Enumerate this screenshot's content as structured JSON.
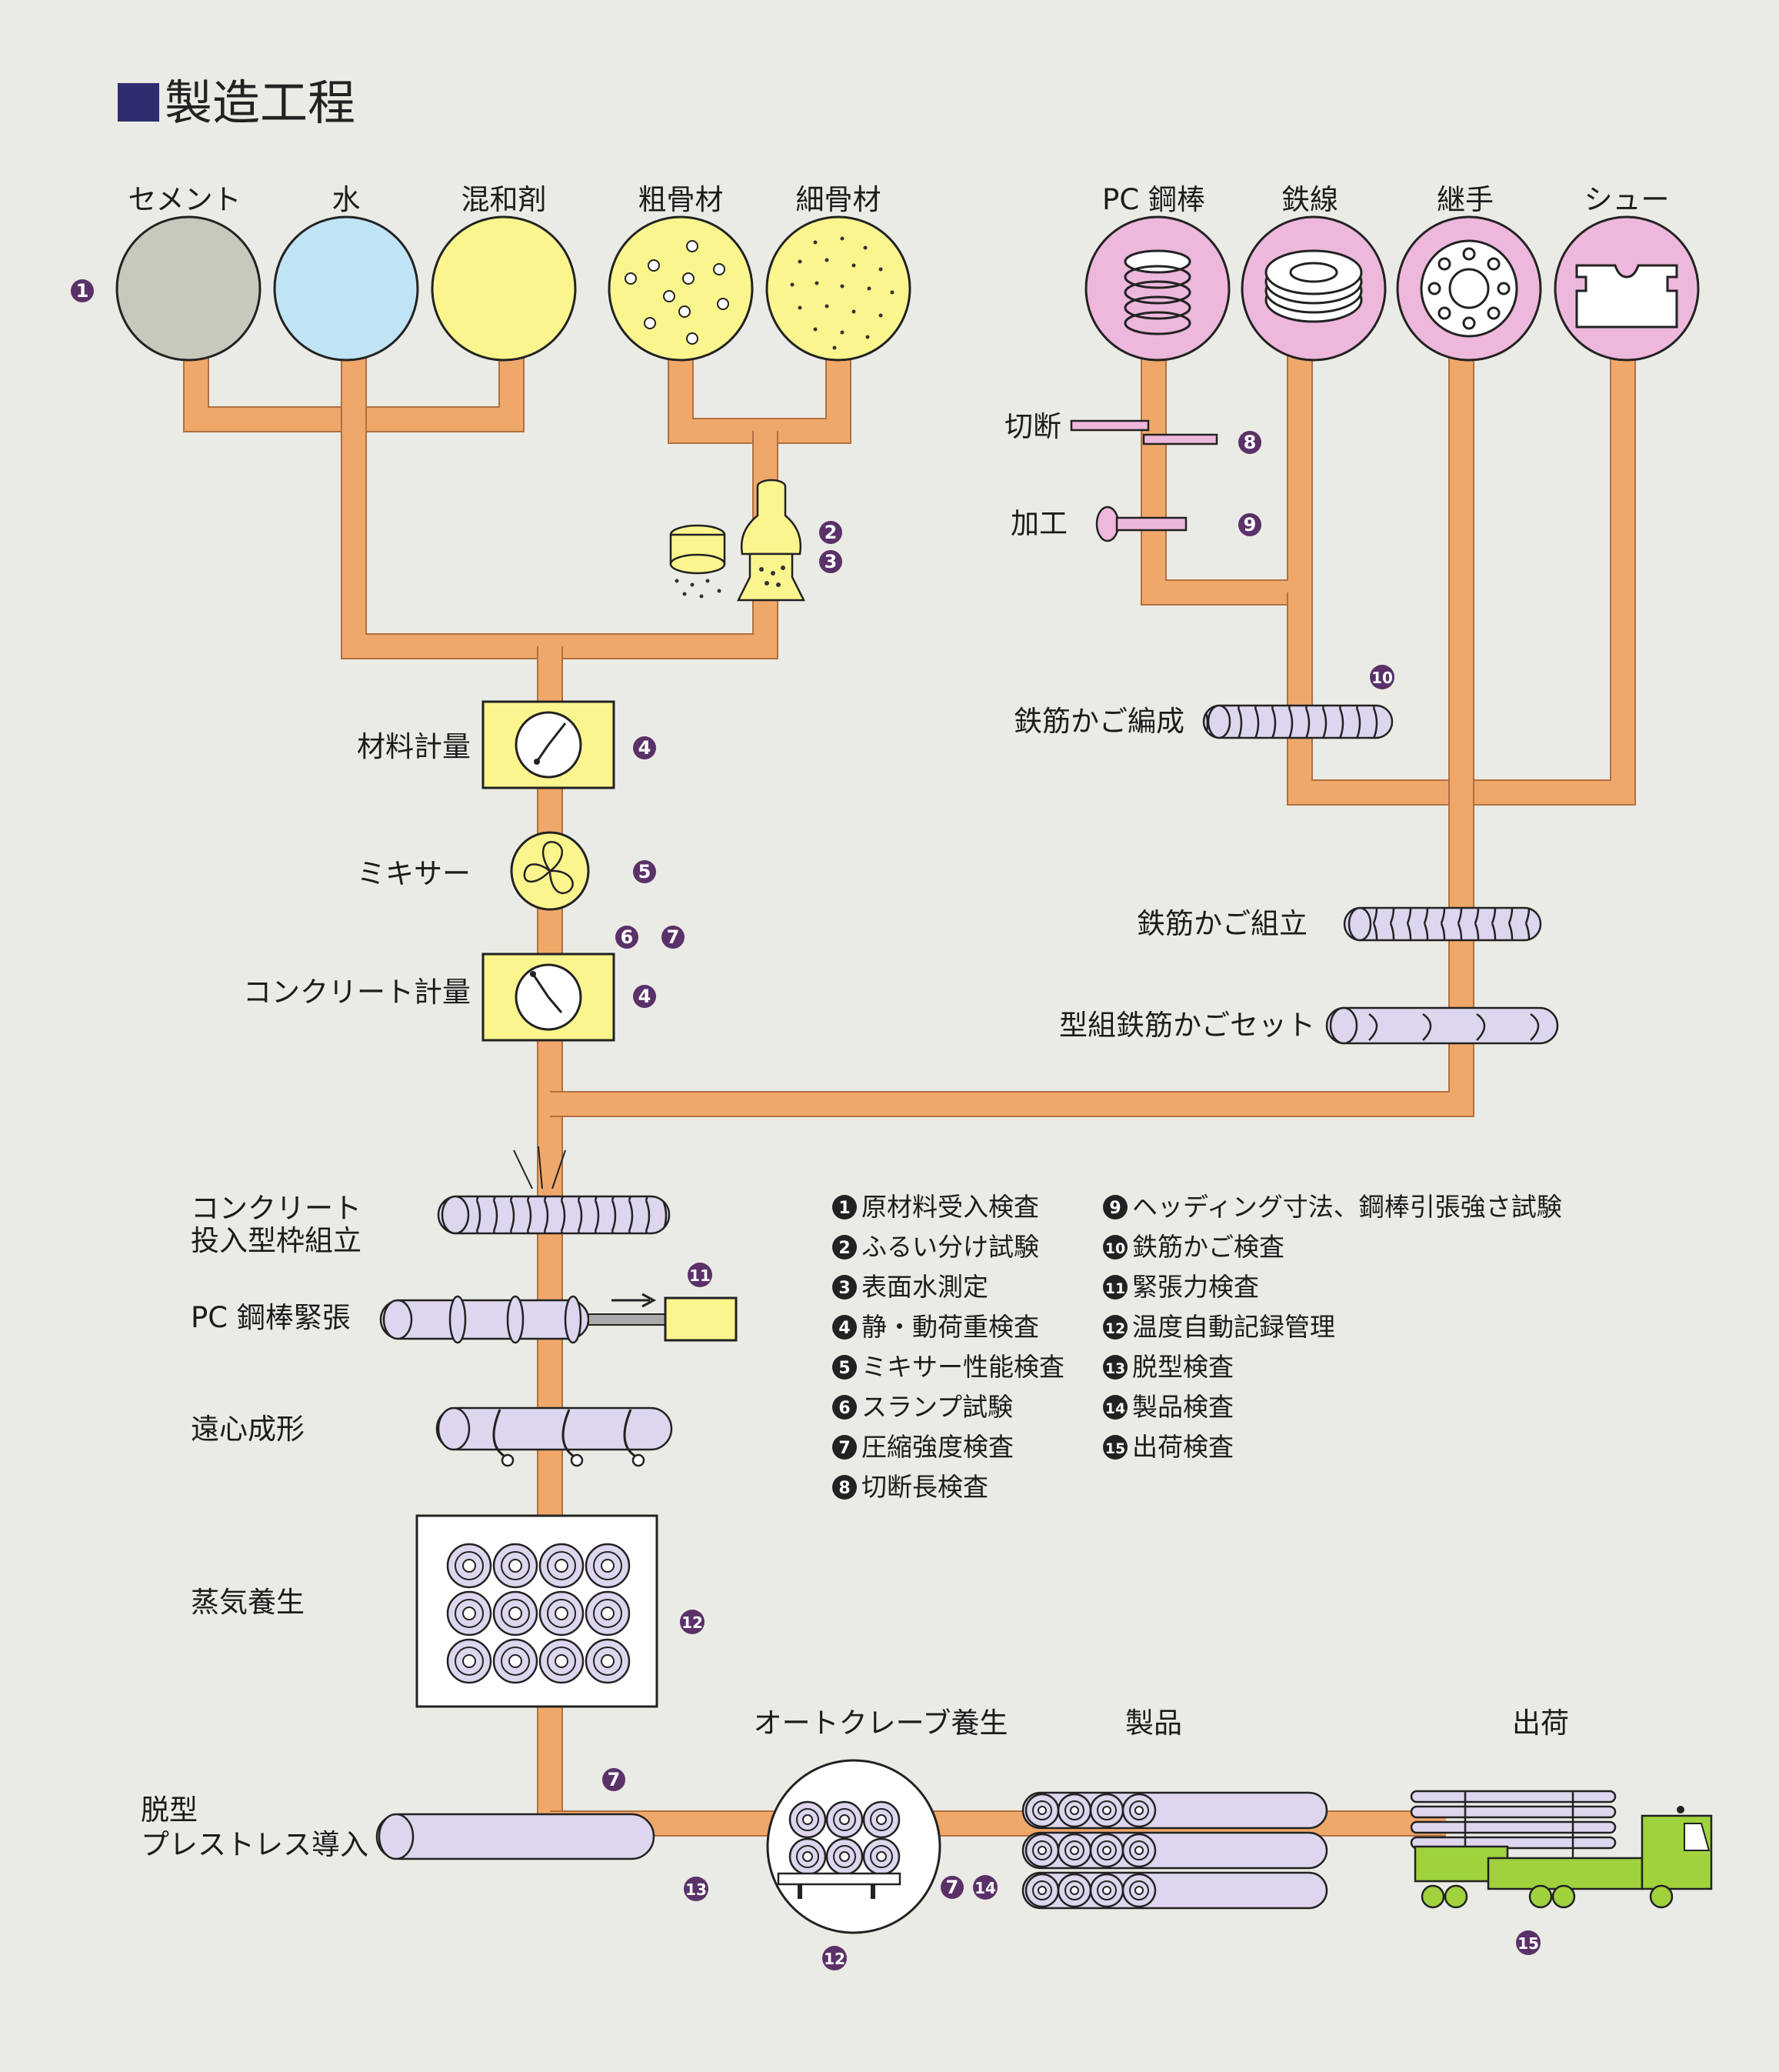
{
  "title": "製造工程",
  "materials": {
    "cement": "セメント",
    "water": "水",
    "admixture": "混和剤",
    "coarse_aggregate": "粗骨材",
    "fine_aggregate": "細骨材"
  },
  "steel_materials": {
    "pc_bar": "PC 鋼棒",
    "wire": "鉄線",
    "joint": "継手",
    "shoe": "シュー"
  },
  "steps": {
    "cutting": "切断",
    "processing": "加工",
    "material_weighing": "材料計量",
    "mixer": "ミキサー",
    "concrete_weighing": "コンクリート計量",
    "cage_knitting": "鉄筋かご編成",
    "cage_assembly": "鉄筋かご組立",
    "cage_set": "型組鉄筋かごセット",
    "mold_assembly_line1": "コンクリート",
    "mold_assembly_line2": "投入型枠組立",
    "pc_tension": "PC 鋼棒緊張",
    "centrifugal": "遠心成形",
    "steam_curing": "蒸気養生",
    "demold_line1": "脱型",
    "demold_line2": "プレストレス導入",
    "autoclave": "オートクレーブ養生",
    "product": "製品",
    "shipping": "出荷"
  },
  "badges": {
    "b1": "1",
    "b2": "2",
    "b3": "3",
    "b4a": "4",
    "b4b": "4",
    "b5": "5",
    "b6": "6",
    "b7a": "7",
    "b8": "8",
    "b9": "9",
    "b10": "10",
    "b11": "11",
    "b12a": "12",
    "b7b": "7",
    "b13": "13",
    "b12b": "12",
    "b7c": "7",
    "b14": "14",
    "b15": "15"
  },
  "legend": [
    {
      "num": "1",
      "text": "原材料受入検査"
    },
    {
      "num": "2",
      "text": "ふるい分け試験"
    },
    {
      "num": "3",
      "text": "表面水測定"
    },
    {
      "num": "4",
      "text": "静・動荷重検査"
    },
    {
      "num": "5",
      "text": "ミキサー性能検査"
    },
    {
      "num": "6",
      "text": "スランプ試験"
    },
    {
      "num": "7",
      "text": "圧縮強度検査"
    },
    {
      "num": "8",
      "text": "切断長検査"
    },
    {
      "num": "9",
      "text": "ヘッディング寸法、鋼棒引張強さ試験"
    },
    {
      "num": "10",
      "text": "鉄筋かご検査"
    },
    {
      "num": "11",
      "text": "緊張力検査"
    },
    {
      "num": "12",
      "text": "温度自動記録管理"
    },
    {
      "num": "13",
      "text": "脱型検査"
    },
    {
      "num": "14",
      "text": "製品検査"
    },
    {
      "num": "15",
      "text": "出荷検査"
    }
  ],
  "colors": {
    "pipe": "#f0a86a",
    "badge": "#5a3168",
    "cement": "#c9c8bd",
    "water": "#bfe4f5",
    "yellow": "#fbf58e",
    "steel_pink": "#eeb7dc",
    "pipe_lavender": "#ddd6ee",
    "truck_green": "#9fd23c"
  }
}
